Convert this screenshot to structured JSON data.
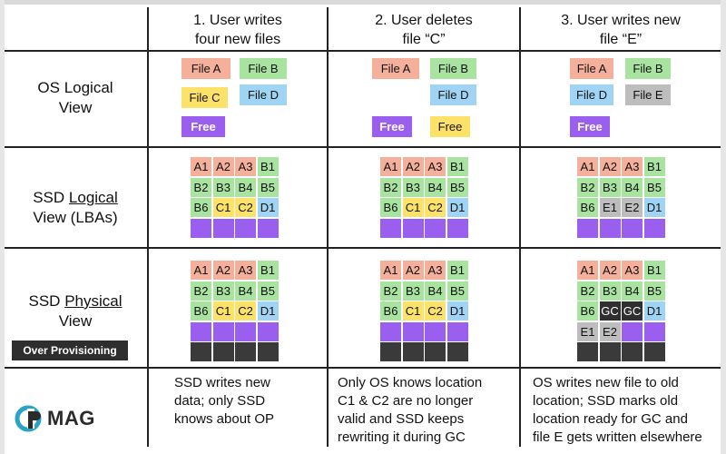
{
  "palette": {
    "A": "#f4b09a",
    "B": "#a9e3a0",
    "C": "#fde26a",
    "D": "#9fd4f4",
    "E": "#bdbdbd",
    "F": "#9b5ff0",
    "GC": "#2f2f2f",
    "OP": "#3a3a3a"
  },
  "headers": [
    "1. User writes\n     four  new files",
    "2. User deletes\nfile “C”",
    "3. User writes new\nfile “E”"
  ],
  "row_labels": {
    "os_view": [
      "OS Logical",
      "View"
    ],
    "ssd_logical": [
      "SSD ",
      "Logical",
      "View (LBAs)"
    ],
    "ssd_physical": [
      "SSD ",
      "Physical",
      "View"
    ],
    "over_provisioning": "Over Provisioning"
  },
  "os_chips": [
    [
      {
        "label": "File A",
        "c": "A"
      },
      {
        "label": "File B",
        "c": "B"
      },
      {
        "label": "File C",
        "c": "C"
      },
      {
        "label": "File D",
        "c": "D"
      },
      {
        "label": "Free",
        "c": "F"
      }
    ],
    [
      {
        "label": "File A",
        "c": "A"
      },
      {
        "label": "File B",
        "c": "B"
      },
      {
        "label": "File D",
        "c": "D"
      },
      {
        "label": "Free",
        "c": "F"
      },
      {
        "label": "Free",
        "c": "C"
      }
    ],
    [
      {
        "label": "File A",
        "c": "A"
      },
      {
        "label": "File B",
        "c": "B"
      },
      {
        "label": "File D",
        "c": "D"
      },
      {
        "label": "File E",
        "c": "E"
      },
      {
        "label": "Free",
        "c": "F"
      }
    ]
  ],
  "logical_grids": [
    [
      [
        [
          "A1",
          "A"
        ],
        [
          "A2",
          "A"
        ],
        [
          "A3",
          "A"
        ],
        [
          "B1",
          "B"
        ]
      ],
      [
        [
          "B2",
          "B"
        ],
        [
          "B3",
          "B"
        ],
        [
          "B4",
          "B"
        ],
        [
          "B5",
          "B"
        ]
      ],
      [
        [
          "B6",
          "B"
        ],
        [
          "C1",
          "C"
        ],
        [
          "C2",
          "C"
        ],
        [
          "D1",
          "D"
        ]
      ],
      [
        [
          "",
          "F"
        ],
        [
          "",
          "F"
        ],
        [
          "",
          "F"
        ],
        [
          "",
          "F"
        ]
      ]
    ],
    [
      [
        [
          "A1",
          "A"
        ],
        [
          "A2",
          "A"
        ],
        [
          "A3",
          "A"
        ],
        [
          "B1",
          "B"
        ]
      ],
      [
        [
          "B2",
          "B"
        ],
        [
          "B3",
          "B"
        ],
        [
          "B4",
          "B"
        ],
        [
          "B5",
          "B"
        ]
      ],
      [
        [
          "B6",
          "B"
        ],
        [
          "C1",
          "C"
        ],
        [
          "C2",
          "C"
        ],
        [
          "D1",
          "D"
        ]
      ],
      [
        [
          "",
          "F"
        ],
        [
          "",
          "F"
        ],
        [
          "",
          "F"
        ],
        [
          "",
          "F"
        ]
      ]
    ],
    [
      [
        [
          "A1",
          "A"
        ],
        [
          "A2",
          "A"
        ],
        [
          "A3",
          "A"
        ],
        [
          "B1",
          "B"
        ]
      ],
      [
        [
          "B2",
          "B"
        ],
        [
          "B3",
          "B"
        ],
        [
          "B4",
          "B"
        ],
        [
          "B5",
          "B"
        ]
      ],
      [
        [
          "B6",
          "B"
        ],
        [
          "E1",
          "E"
        ],
        [
          "E2",
          "E"
        ],
        [
          "D1",
          "D"
        ]
      ],
      [
        [
          "",
          "F"
        ],
        [
          "",
          "F"
        ],
        [
          "",
          "F"
        ],
        [
          "",
          "F"
        ]
      ]
    ]
  ],
  "physical_grids": [
    [
      [
        [
          "A1",
          "A"
        ],
        [
          "A2",
          "A"
        ],
        [
          "A3",
          "A"
        ],
        [
          "B1",
          "B"
        ]
      ],
      [
        [
          "B2",
          "B"
        ],
        [
          "B3",
          "B"
        ],
        [
          "B4",
          "B"
        ],
        [
          "B5",
          "B"
        ]
      ],
      [
        [
          "B6",
          "B"
        ],
        [
          "C1",
          "C"
        ],
        [
          "C2",
          "C"
        ],
        [
          "D1",
          "D"
        ]
      ],
      [
        [
          "",
          "F"
        ],
        [
          "",
          "F"
        ],
        [
          "",
          "F"
        ],
        [
          "",
          "F"
        ]
      ],
      [
        [
          "",
          "OP"
        ],
        [
          "",
          "OP"
        ],
        [
          "",
          "OP"
        ],
        [
          "",
          "OP"
        ]
      ]
    ],
    [
      [
        [
          "A1",
          "A"
        ],
        [
          "A2",
          "A"
        ],
        [
          "A3",
          "A"
        ],
        [
          "B1",
          "B"
        ]
      ],
      [
        [
          "B2",
          "B"
        ],
        [
          "B3",
          "B"
        ],
        [
          "B4",
          "B"
        ],
        [
          "B5",
          "B"
        ]
      ],
      [
        [
          "B6",
          "B"
        ],
        [
          "C1",
          "C"
        ],
        [
          "C2",
          "C"
        ],
        [
          "D1",
          "D"
        ]
      ],
      [
        [
          "",
          "F"
        ],
        [
          "",
          "F"
        ],
        [
          "",
          "F"
        ],
        [
          "",
          "F"
        ]
      ],
      [
        [
          "",
          "OP"
        ],
        [
          "",
          "OP"
        ],
        [
          "",
          "OP"
        ],
        [
          "",
          "OP"
        ]
      ]
    ],
    [
      [
        [
          "A1",
          "A"
        ],
        [
          "A2",
          "A"
        ],
        [
          "A3",
          "A"
        ],
        [
          "B1",
          "B"
        ]
      ],
      [
        [
          "B2",
          "B"
        ],
        [
          "B3",
          "B"
        ],
        [
          "B4",
          "B"
        ],
        [
          "B5",
          "B"
        ]
      ],
      [
        [
          "B6",
          "B"
        ],
        [
          "GC",
          "GC"
        ],
        [
          "GC",
          "GC"
        ],
        [
          "D1",
          "D"
        ]
      ],
      [
        [
          "E1",
          "E"
        ],
        [
          "E2",
          "E"
        ],
        [
          "",
          "F"
        ],
        [
          "",
          "F"
        ]
      ],
      [
        [
          "",
          "OP"
        ],
        [
          "",
          "OP"
        ],
        [
          "",
          "OP"
        ],
        [
          "",
          "OP"
        ]
      ]
    ]
  ],
  "captions": [
    "SSD writes new\ndata; only SSD\nknows about OP",
    "Only OS knows location\nC1 & C2 are no longer\nvalid and SSD keeps\nrewriting it during GC",
    "OS writes new file to old\nlocation; SSD marks old\nlocation ready for GC and\nfile E gets written elsewhere"
  ],
  "logo": {
    "text": "MAG",
    "icon": "pcmag-p-icon"
  }
}
